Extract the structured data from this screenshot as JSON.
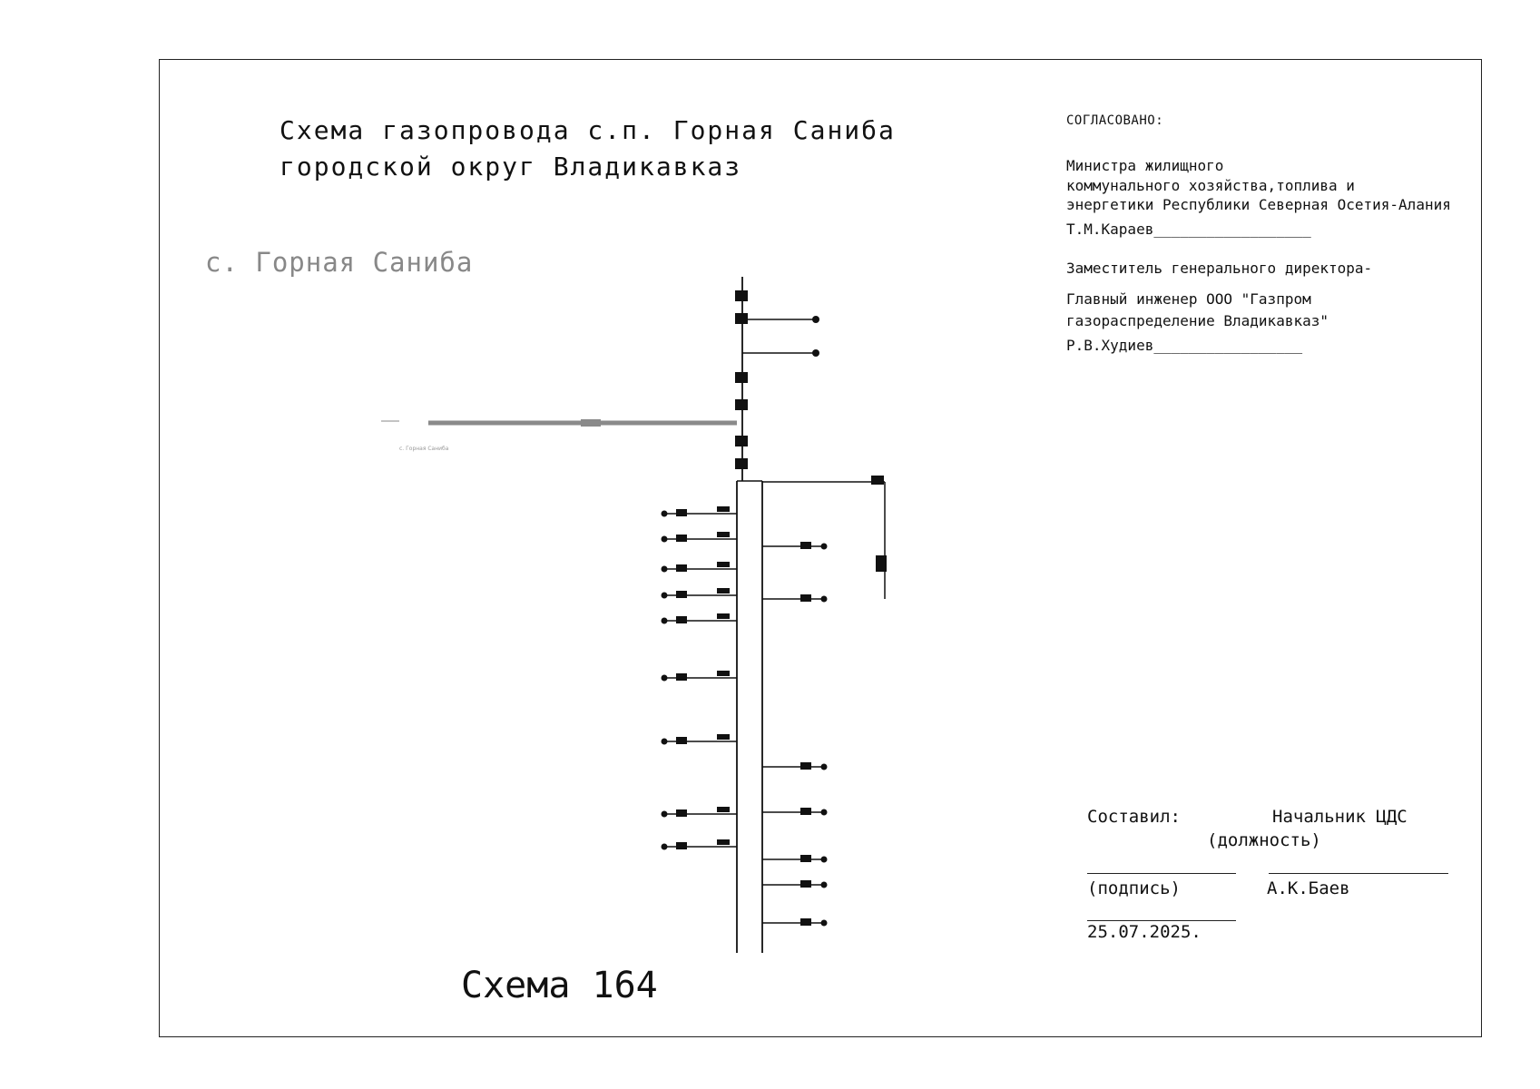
{
  "header": {
    "title_line1": "Схема газопровода с.п. Горная Саниба",
    "title_line2": "городской округ Владикавказ",
    "village_label": "с. Горная Саниба",
    "scheme_number": "Схема 164"
  },
  "approval": {
    "agreed": "СОГЛАСОВАНО:",
    "minister_line1": "Министра жилищного",
    "minister_line2": "коммунального   хозяйства,топлива и",
    "minister_line3": "энергетики Республики Северная Осетия-Алания",
    "minister_sign": "Т.М.Караев__________________",
    "deputy_line1": "Заместитель генерального директора-",
    "deputy_line2": "Главный инженер  ООО \"Газпром",
    "deputy_line3": "газораспределение Владикавказ\"",
    "deputy_sign": "Р.В.Худиев_________________"
  },
  "signature_block": {
    "compiled_label": "Составил:",
    "position_value": "Начальник ЦДС",
    "position_caption": "(должность)",
    "signature_caption": "(подпись)",
    "name": "А.К.Баев",
    "date": "25.07.2025."
  },
  "diagram": {
    "line_color": "#111111",
    "feed_pipe_color": "#8a8a8a",
    "feed_pipe_caption": "с. Горная Саниба"
  }
}
